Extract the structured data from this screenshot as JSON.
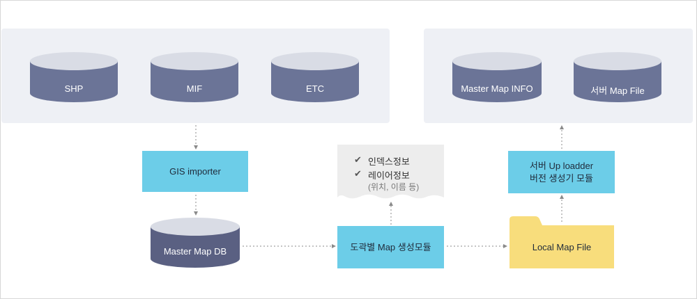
{
  "sources": [
    {
      "label": "SHP"
    },
    {
      "label": "MIF"
    },
    {
      "label": "ETC"
    }
  ],
  "outputs": [
    {
      "label": "Master Map INFO"
    },
    {
      "label": "서버 Map File"
    }
  ],
  "gis_importer": "GIS importer",
  "master_db": "Master Map DB",
  "generator": "도곽별 Map 생성모듈",
  "local_file": "Local Map File",
  "uploader": {
    "line1": "서버 Up loadder",
    "line2": "버전 생성기 모듈"
  },
  "note": {
    "items": [
      "인덱스정보",
      "레이어정보"
    ],
    "sub": "(위치, 이름 등)",
    "check_icon": "✔"
  },
  "colors": {
    "panel": "#eef0f5",
    "cylinder_body": "#6b7497",
    "cylinder_top": "#d9dce5",
    "db_body": "#5a6082",
    "box": "#6ccde8",
    "folder": "#f8dd7c",
    "arrow": "#8a8a8a"
  }
}
